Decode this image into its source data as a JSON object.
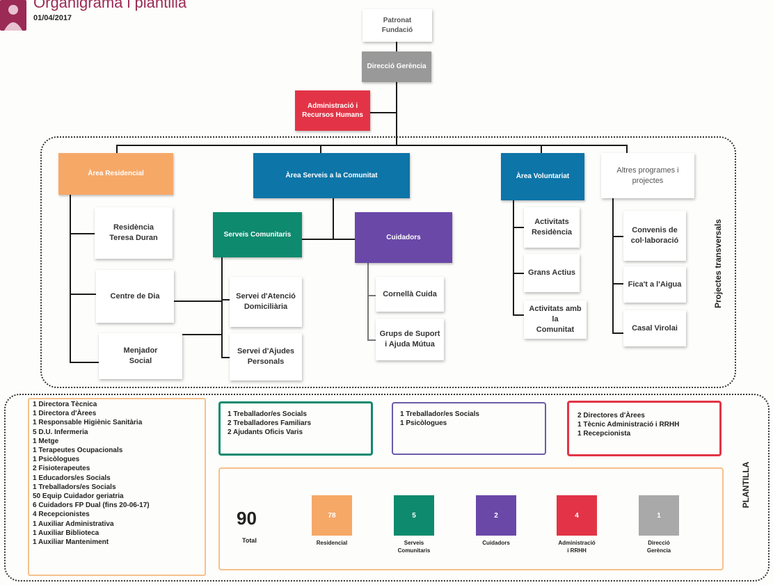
{
  "header": {
    "title": "Organigrama i plantilla",
    "date": "01/04/2017"
  },
  "org": {
    "patronat": "Patronat\nFundació",
    "direccio": "Direcció Gerència",
    "administracio": "Administració i\nRecursos Humans",
    "area_residencial": "Àrea Residencial",
    "area_comunitat": "Àrea Serveis a la Comunitat",
    "area_voluntariat": "Àrea Voluntariat",
    "altres": "Altres programes i\nprojectes",
    "residencia": "Residència\nTeresa Duran",
    "centre_dia": "Centre de Dia",
    "menjador": "Menjador\nSocial",
    "serveis_comunitaris": "Serveis Comunitaris",
    "servei_atencio": "Servei d'Atenció\nDomiciliària",
    "servei_ajudes": "Servei d'Ajudes\nPersonals",
    "cuidadors": "Cuidadors",
    "cornella_cuida": "Cornellà Cuida",
    "grups_suport": "Grups de Suport\ni Ajuda Mútua",
    "activitats_residencia": "Activitats\nResidència",
    "grans_actius": "Grans Actius",
    "activitats_comunitat": "Activitats amb la\nComunitat",
    "convenis": "Convenis de\ncol·laboració",
    "ficat_aigua": "Fica't a l'Aigua",
    "casal_virolai": "Casal Virolai",
    "projectes_label": "Projectes transversals"
  },
  "plantilla": {
    "label": "PLANTILLA",
    "residencial_list": "1 Directora Tècnica\n1 Directora d'Àrees\n1 Responsable Higiènic Sanitària\n5 D.U. Infermeria\n1 Metge\n1 Terapeutes Ocupacionals\n1 Psicòlogues\n2 Fisioterapeutes\n1 Educadors/es Socials\n1 Treballadors/es Socials\n50 Equip Cuidador geriatria\n6 Cuidadors FP Dual (fins 20-06-17)\n4 Recepcionistes\n1 Auxiliar Administrativa\n1 Auxiliar Biblioteca\n1 Auxiliar Manteniment",
    "comunitaris_list": "1 Treballador/es Socials\n2 Treballadores Familiars\n2 Ajudants Oficis Varis",
    "cuidadors_list": "1 Treballador/es Socials\n1 Psicòlogues",
    "admin_list": "2 Directores d'Àrees\n1 Tècnic Administració i RRHH\n1 Recepcionista",
    "total": "90",
    "total_label": "Total",
    "stats": [
      {
        "value": "78",
        "label": "Residencial",
        "color": "#f6a867"
      },
      {
        "value": "5",
        "label": "Serveis\nComunitaris",
        "color": "#0e8a6e"
      },
      {
        "value": "2",
        "label": "Cuidadors",
        "color": "#6a48a8"
      },
      {
        "value": "4",
        "label": "Administració\ni RRHH",
        "color": "#e23446"
      },
      {
        "value": "1",
        "label": "Direcció\nGerència",
        "color": "#a9a9a9"
      }
    ]
  },
  "colors": {
    "orange": "#f6a867",
    "blue": "#0d75a8",
    "teal": "#0e8a6e",
    "purple": "#6a48a8",
    "red": "#e23446",
    "grey": "#999999"
  }
}
